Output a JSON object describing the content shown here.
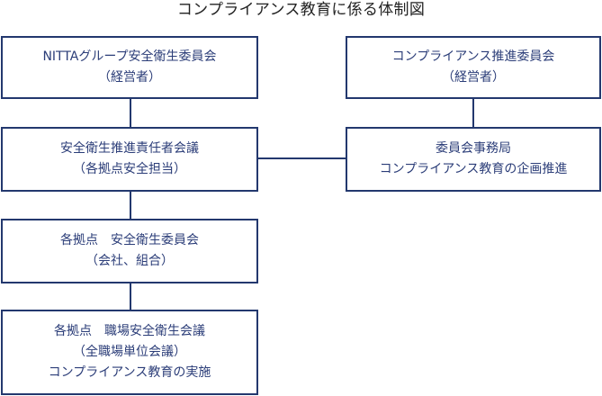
{
  "title": "コンプライアンス教育に係る体制図",
  "boxes": {
    "nitta_committee": {
      "line1": "NITTAグループ安全衛生委員会",
      "line2": "（経営者）"
    },
    "compliance_committee": {
      "line1": "コンプライアンス推進委員会",
      "line2": "（経営者）"
    },
    "safety_managers_meeting": {
      "line1": "安全衛生推進責任者会議",
      "line2": "（各拠点安全担当）"
    },
    "committee_secretariat": {
      "line1": "委員会事務局",
      "line2": "コンプライアンス教育の企画推進"
    },
    "site_committee": {
      "line1": "各拠点　安全衛生委員会",
      "line2": "（会社、組合）"
    },
    "workplace_meeting": {
      "line1": "各拠点　職場安全衛生会議",
      "line2": "（全職場単位会議）",
      "line3": "コンプライアンス教育の実施"
    }
  },
  "colors": {
    "border": "#23386e",
    "text": "#2b3d78",
    "title": "#222222"
  }
}
